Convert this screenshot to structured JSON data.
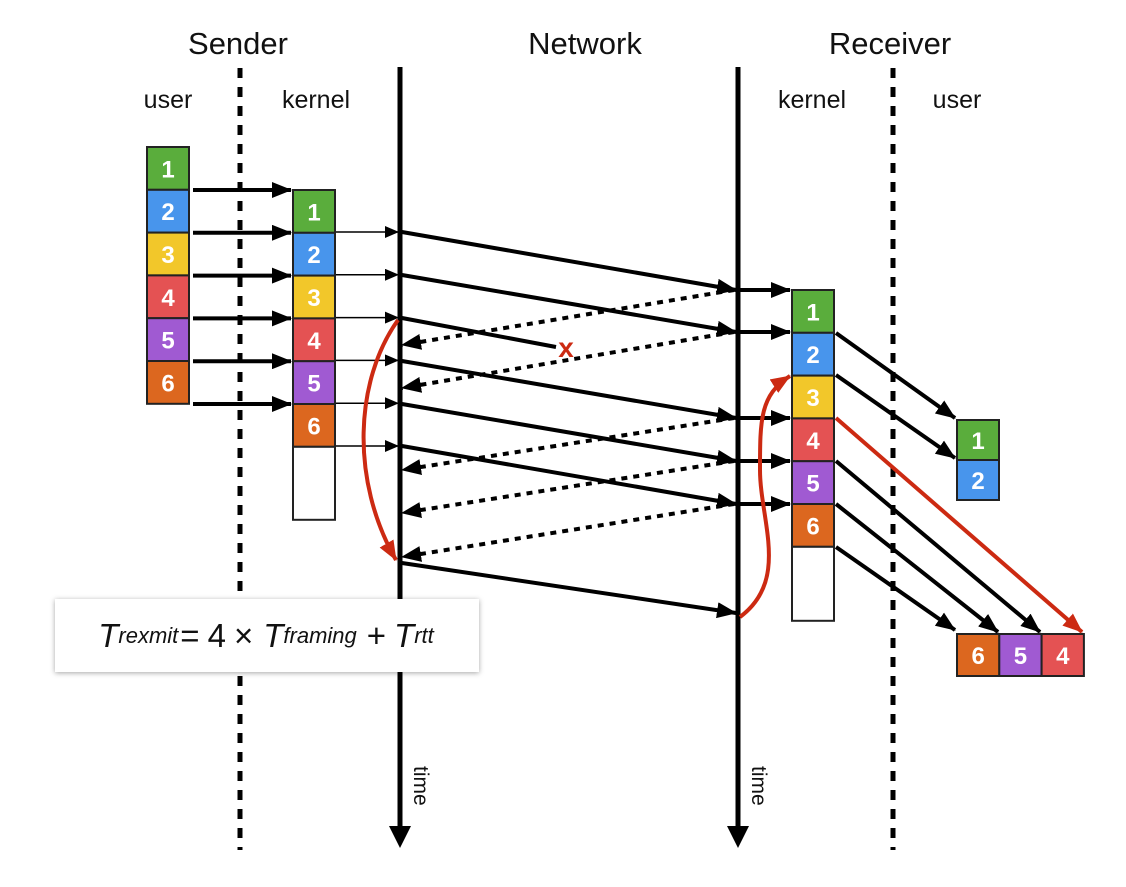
{
  "headers": {
    "sender": "Sender",
    "network": "Network",
    "receiver": "Receiver"
  },
  "subheaders": {
    "sender_user": "user",
    "sender_kernel": "kernel",
    "receiver_kernel": "kernel",
    "receiver_user": "user"
  },
  "time_label": "time",
  "colors": {
    "packet_1": "#5aad3c",
    "packet_2": "#4895ec",
    "packet_3": "#f2c72a",
    "packet_4": "#e45253",
    "packet_5": "#a05ad2",
    "packet_6": "#dc671f",
    "highlight": "#cc2a12",
    "line": "#000000"
  },
  "sender_user_packets": [
    "1",
    "2",
    "3",
    "4",
    "5",
    "6"
  ],
  "sender_kernel_packets": [
    "1",
    "2",
    "3",
    "4",
    "5",
    "6"
  ],
  "receiver_kernel_packets": [
    "1",
    "2",
    "3",
    "4",
    "5",
    "6"
  ],
  "receiver_user_delivered": [
    "1",
    "2"
  ],
  "receiver_user_reordered": [
    "6",
    "5",
    "4"
  ],
  "lost_marker": "x",
  "formula": {
    "lhs_symbol": "T",
    "lhs_sub": "rexmit",
    "equals": "=",
    "coefficient": "4",
    "times": "×",
    "term1_symbol": "T",
    "term1_sub": "framing",
    "plus": "+",
    "term2_symbol": "T",
    "term2_sub": "rtt"
  }
}
